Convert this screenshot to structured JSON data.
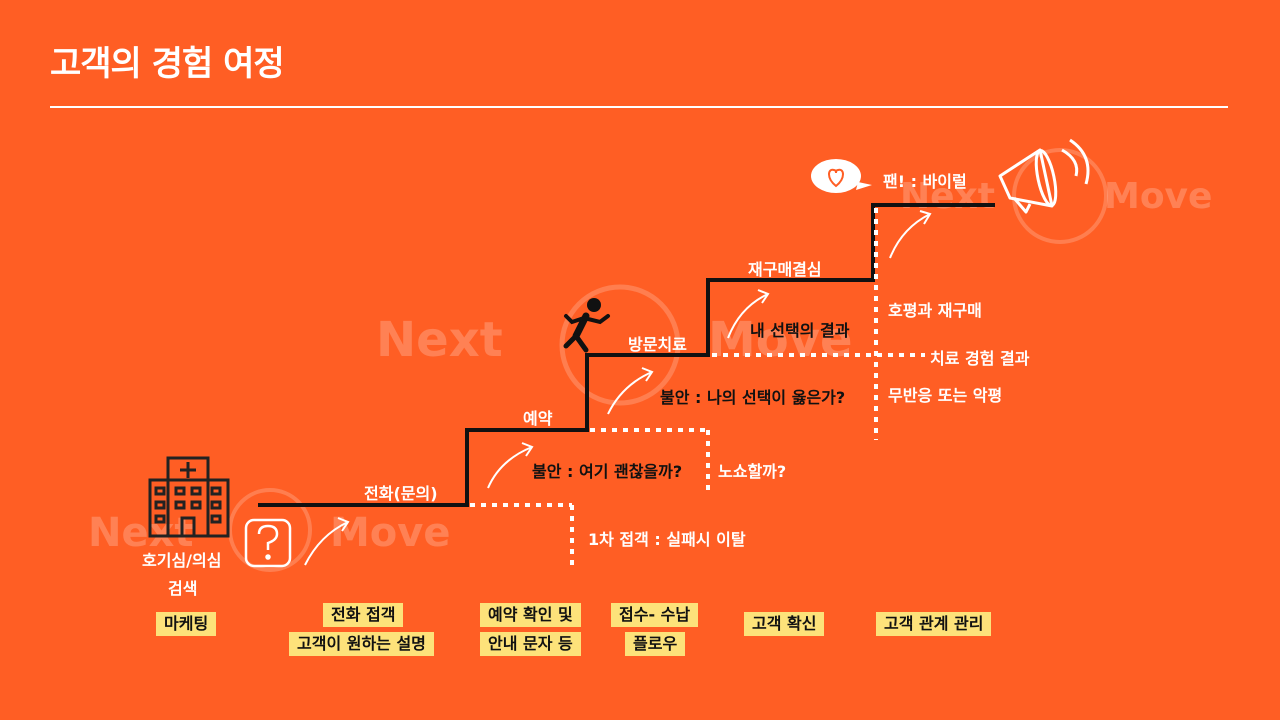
{
  "title": "고객의 경험 여정",
  "watermark": {
    "left": "Next",
    "right": "Move"
  },
  "steps": {
    "curiosity": "호기심/의심",
    "search": "검색",
    "call": "전화(문의)",
    "reservation": "예약",
    "visit": "방문치료",
    "repurchase": "재구매결심",
    "fan": "팬! : 바이럴"
  },
  "notes": {
    "anxiety1": "불안 : 여기 괜찮을까?",
    "anxiety2": "불안 : 나의 선택이 옳은가?",
    "result": "내 선택의 결과",
    "noshow": "노쇼할까?",
    "first_contact": "1차 접객 : 실패시 이탈",
    "treatment_result": "치료 경험 결과",
    "review": "호평과 재구매",
    "bad": "무반응 또는 악평"
  },
  "tags": {
    "marketing": "마케팅",
    "phone_1": "전화 접객",
    "phone_2": "고객이 원하는 설명",
    "confirm_1": "예약 확인 및",
    "confirm_2": "안내 문자 등",
    "receipt_1": "접수- 수납",
    "receipt_2": "플로우",
    "confirm_customer": "고객 확신",
    "crm": "고객 관계 관리"
  },
  "colors": {
    "background": "#ff5e24",
    "tag": "#fde27a",
    "line": "#111111",
    "text": "#ffffff"
  },
  "icons": [
    "hospital-icon",
    "question-icon",
    "runner-icon",
    "heart-bubble-icon",
    "megaphone-icon",
    "arrow-icon"
  ]
}
